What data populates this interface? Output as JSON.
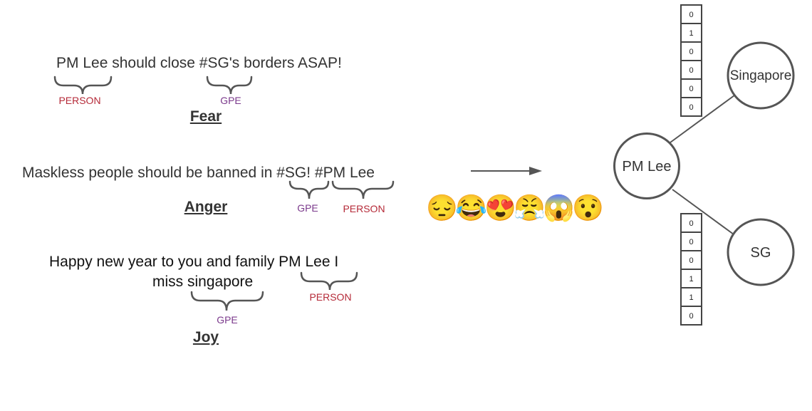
{
  "sentences": [
    {
      "text": "PM Lee should close #SG's borders ASAP!",
      "emotion": "Fear",
      "entities": [
        {
          "label": "PERSON",
          "type": "person"
        },
        {
          "label": "GPE",
          "type": "gpe"
        }
      ]
    },
    {
      "text": "Maskless people should be banned in #SG! #PM Lee",
      "emotion": "Anger",
      "entities": [
        {
          "label": "GPE",
          "type": "gpe"
        },
        {
          "label": "PERSON",
          "type": "person"
        }
      ]
    },
    {
      "text_line1": "Happy new year to you and family PM Lee I",
      "text_line2": "miss singapore",
      "emotion": "Joy",
      "entities": [
        {
          "label": "PERSON",
          "type": "person"
        },
        {
          "label": "GPE",
          "type": "gpe"
        }
      ]
    }
  ],
  "emojis": [
    "😔",
    "😂",
    "😍",
    "😤",
    "😱",
    "😯"
  ],
  "graph": {
    "nodes": [
      {
        "id": "pm-lee",
        "label": "PM Lee"
      },
      {
        "id": "singapore",
        "label": "Singapore"
      },
      {
        "id": "sg",
        "label": "SG"
      }
    ],
    "edges": [
      {
        "from": "pm-lee",
        "to": "singapore",
        "vector": [
          0,
          1,
          0,
          0,
          0,
          0
        ]
      },
      {
        "from": "pm-lee",
        "to": "sg",
        "vector": [
          0,
          0,
          0,
          1,
          1,
          0
        ]
      }
    ]
  },
  "colors": {
    "person": "#b52a38",
    "gpe": "#7b3a8c",
    "stroke": "#555555"
  }
}
